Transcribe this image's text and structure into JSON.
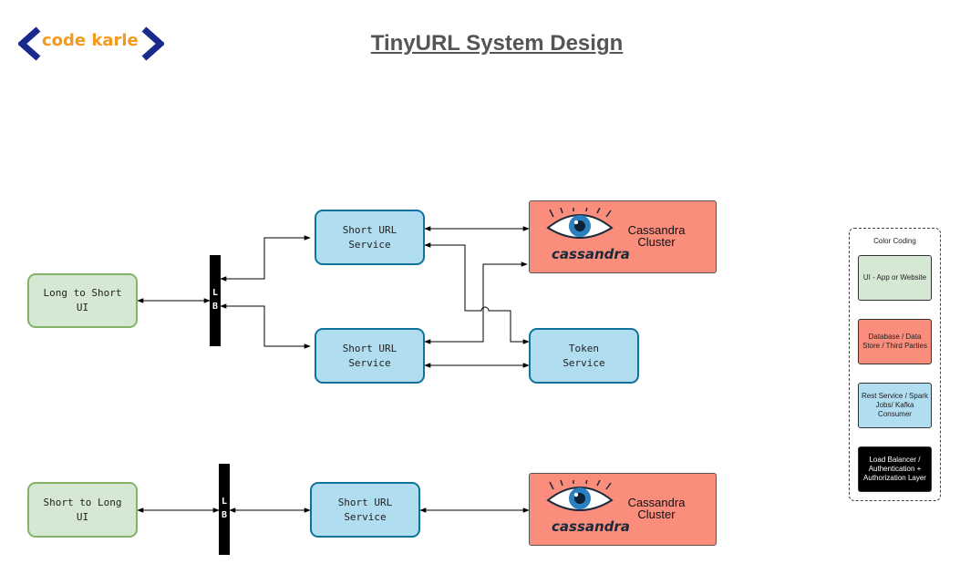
{
  "header": {
    "logo_text": "code karle",
    "title": "TinyURL System Design"
  },
  "nodes": {
    "long_to_short_ui": "Long to Short\nUI",
    "short_to_long_ui": "Short to Long\nUI",
    "lb_top": [
      "L",
      "B"
    ],
    "lb_bottom": [
      "L",
      "B"
    ],
    "short_url_service_1": "Short URL\nService",
    "short_url_service_2": "Short URL\nService",
    "short_url_service_3": "Short URL\nService",
    "token_service": "Token\nService",
    "cassandra_1": {
      "wordmark": "cassandra",
      "label": "Cassandra\nCluster"
    },
    "cassandra_2": {
      "wordmark": "cassandra",
      "label": "Cassandra\nCluster"
    }
  },
  "legend": {
    "title": "Color Coding",
    "items": [
      {
        "label": "UI - App or Website",
        "color": "#d5e8d4",
        "text_color": "#222222"
      },
      {
        "label": "Database / Data Store / Third Parties",
        "color": "#fa8d7c",
        "text_color": "#222222"
      },
      {
        "label": "Rest Service / Spark Jobs/ Kafka Consumer",
        "color": "#b1ddf0",
        "text_color": "#222222"
      },
      {
        "label": "Load Balancer / Authentication + Authorization Layer",
        "color": "#000000",
        "text_color": "#ffffff"
      }
    ]
  },
  "colors": {
    "ui_fill": "#d5e8d4",
    "service_fill": "#b1ddf0",
    "database_fill": "#fa8d7c",
    "load_balancer_fill": "#000000",
    "logo_bracket": "#1a2a8c",
    "logo_text": "#f39a1e"
  }
}
